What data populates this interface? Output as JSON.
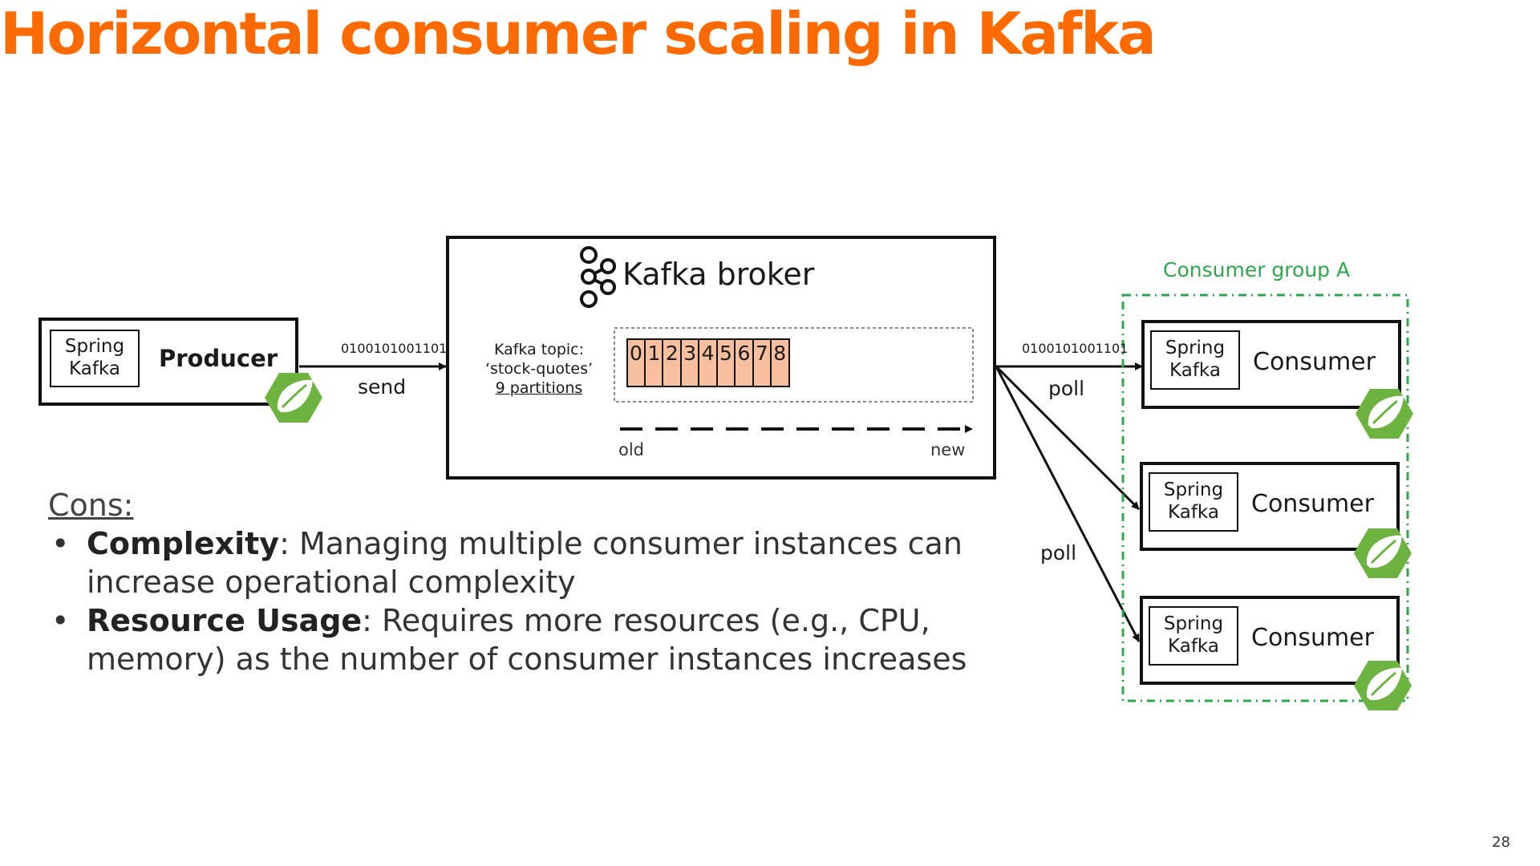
{
  "slide": {
    "title": "Horizontal consumer scaling in Kafka",
    "page_number": "28"
  },
  "producer": {
    "spring_line1": "Spring",
    "spring_line2": "Kafka",
    "label": "Producer"
  },
  "send_arrow": {
    "bits": "0100101001101",
    "label": "send"
  },
  "broker": {
    "title": "Kafka broker",
    "topic_line1": "Kafka topic:",
    "topic_line2": "‘stock-quotes’",
    "topic_line3": "9 partitions",
    "partitions": [
      "0",
      "1",
      "2",
      "3",
      "4",
      "5",
      "6",
      "7",
      "8"
    ],
    "old_label": "old",
    "new_label": "new"
  },
  "poll_arrows": {
    "bits": "0100101001101",
    "label_top": "poll",
    "label_bottom": "poll"
  },
  "consumer_group": {
    "label": "Consumer group A",
    "consumers": [
      {
        "spring_line1": "Spring",
        "spring_line2": "Kafka",
        "label": "Consumer"
      },
      {
        "spring_line1": "Spring",
        "spring_line2": "Kafka",
        "label": "Consumer"
      },
      {
        "spring_line1": "Spring",
        "spring_line2": "Kafka",
        "label": "Consumer"
      }
    ]
  },
  "cons": {
    "heading": "Cons:",
    "items": [
      {
        "term": "Complexity",
        "text": ": Managing multiple consumer instances can increase operational complexity"
      },
      {
        "term": "Resource Usage",
        "text": ": Requires more resources (e.g., CPU, memory) as the number of consumer instances increases"
      }
    ]
  },
  "colors": {
    "title": "#ff6a00",
    "partition_fill": "#f8bf9f",
    "group_green": "#2aa84a",
    "spring_green": "#6db33f"
  }
}
